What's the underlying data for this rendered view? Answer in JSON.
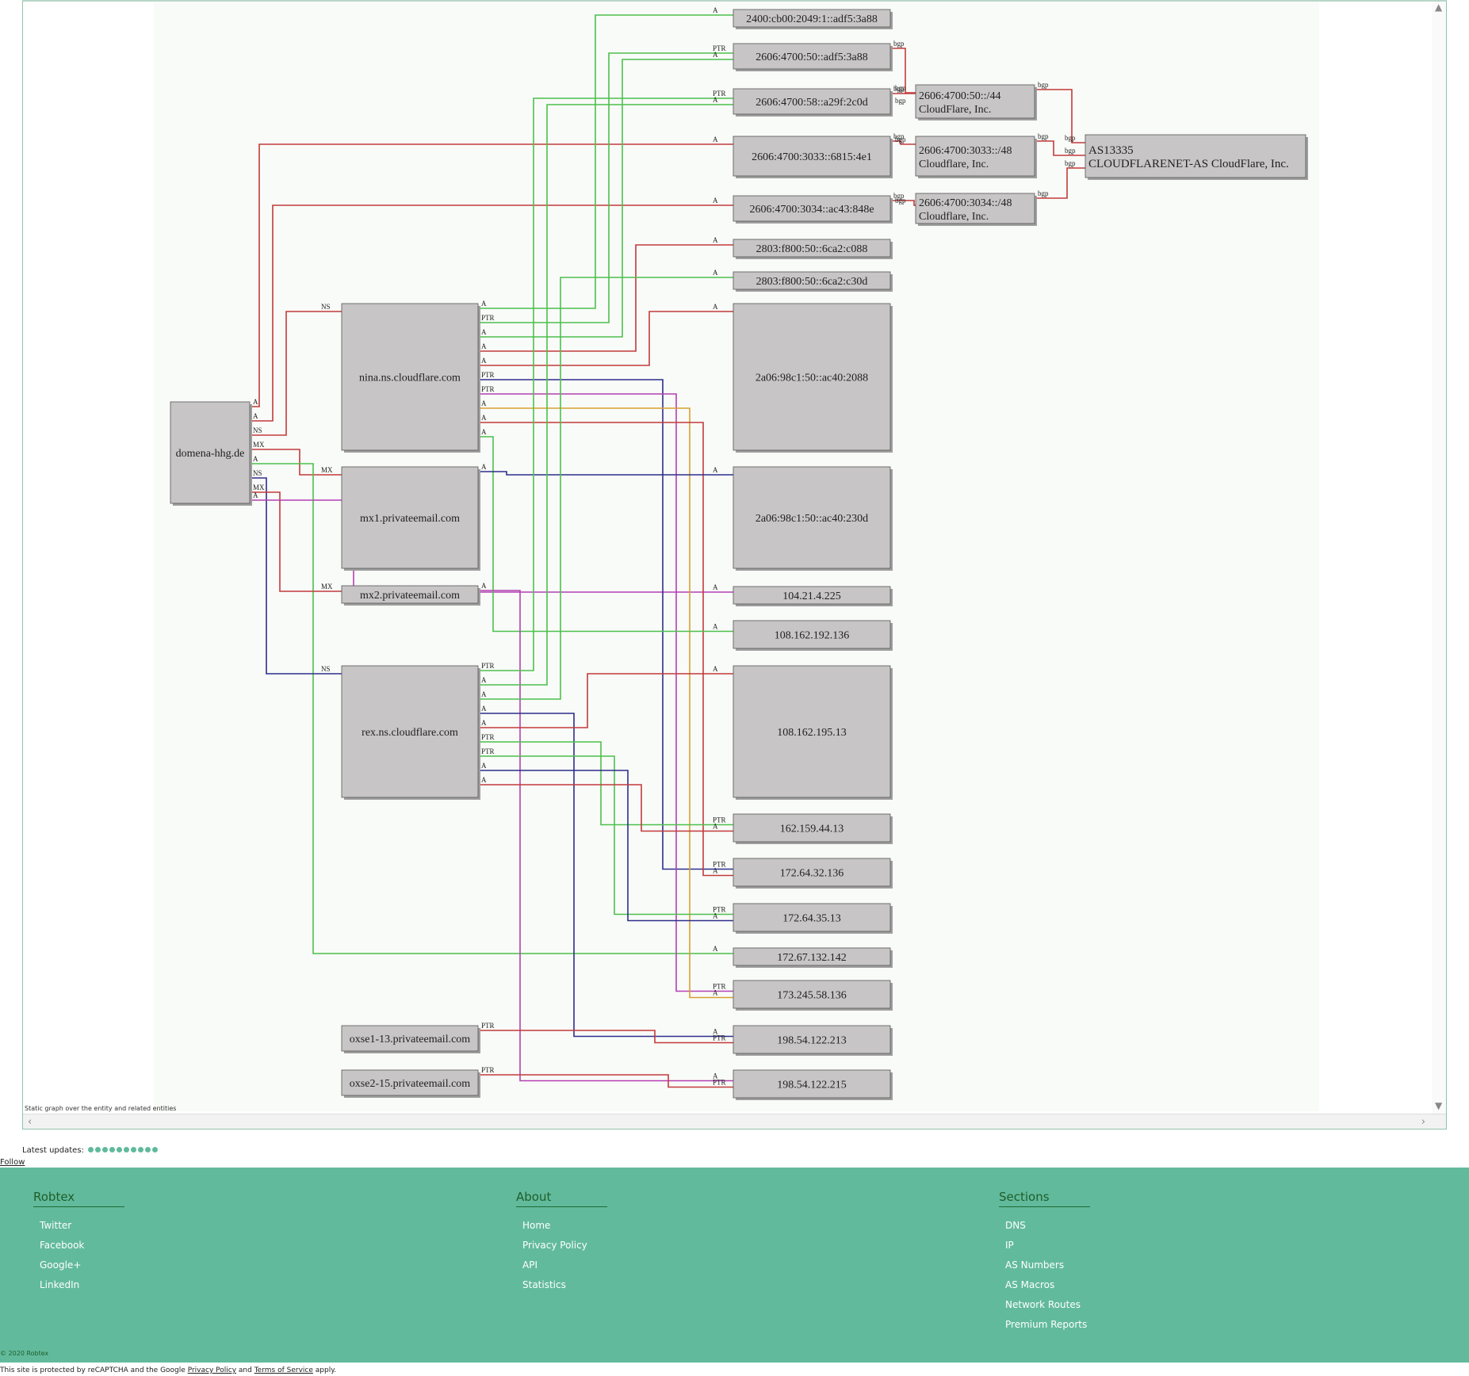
{
  "graph": {
    "caption": "Static graph over the entity and related entities",
    "nodes": [
      {
        "id": "d",
        "label": "domena-hhg.de"
      },
      {
        "id": "nina",
        "label": "nina.ns.cloudflare.com"
      },
      {
        "id": "mx1",
        "label": "mx1.privateemail.com"
      },
      {
        "id": "mx2",
        "label": "mx2.privateemail.com"
      },
      {
        "id": "rex",
        "label": "rex.ns.cloudflare.com"
      },
      {
        "id": "ox1",
        "label": "oxse1-13.privateemail.com"
      },
      {
        "id": "ox2",
        "label": "oxse2-15.privateemail.com"
      },
      {
        "id": "ip1",
        "label": "2400:cb00:2049:1::adf5:3a88"
      },
      {
        "id": "ip2",
        "label": "2606:4700:50::adf5:3a88"
      },
      {
        "id": "ip3",
        "label": "2606:4700:58::a29f:2c0d"
      },
      {
        "id": "ip4",
        "label": "2606:4700:3033::6815:4e1"
      },
      {
        "id": "ip5",
        "label": "2606:4700:3034::ac43:848e"
      },
      {
        "id": "ip6",
        "label": "2803:f800:50::6ca2:c088"
      },
      {
        "id": "ip7",
        "label": "2803:f800:50::6ca2:c30d"
      },
      {
        "id": "ip8",
        "label": "2a06:98c1:50::ac40:2088"
      },
      {
        "id": "ip9",
        "label": "2a06:98c1:50::ac40:230d"
      },
      {
        "id": "ip10",
        "label": "104.21.4.225"
      },
      {
        "id": "ip11",
        "label": "108.162.192.136"
      },
      {
        "id": "ip12",
        "label": "108.162.195.13"
      },
      {
        "id": "ip13",
        "label": "162.159.44.13"
      },
      {
        "id": "ip14",
        "label": "172.64.32.136"
      },
      {
        "id": "ip15",
        "label": "172.64.35.13"
      },
      {
        "id": "ip16",
        "label": "172.67.132.142"
      },
      {
        "id": "ip17",
        "label": "173.245.58.136"
      },
      {
        "id": "ip18",
        "label": "198.54.122.213"
      },
      {
        "id": "ip19",
        "label": "198.54.122.215"
      },
      {
        "id": "r1",
        "label": "2606:4700:50::/44",
        "label2": "CloudFlare, Inc."
      },
      {
        "id": "r2",
        "label": "2606:4700:3033::/48",
        "label2": "Cloudflare, Inc."
      },
      {
        "id": "r3",
        "label": "2606:4700:3034::/48",
        "label2": "Cloudflare, Inc."
      },
      {
        "id": "as",
        "label": "AS13335",
        "label2": "CLOUDFLARENET-AS CloudFlare, Inc."
      }
    ],
    "edges": [
      {
        "from": "d",
        "to": "ip4",
        "label": "A",
        "color": "#c23b3b"
      },
      {
        "from": "d",
        "to": "ip5",
        "label": "A",
        "color": "#c23b3b"
      },
      {
        "from": "d",
        "to": "nina",
        "label": "NS",
        "color": "#c23b3b"
      },
      {
        "from": "d",
        "to": "mx1",
        "label": "MX",
        "color": "#c23b3b"
      },
      {
        "from": "d",
        "to": "ip16",
        "label": "A",
        "color": "#4cc04c"
      },
      {
        "from": "d",
        "to": "rex",
        "label": "NS",
        "color": "#2e2e8c"
      },
      {
        "from": "d",
        "to": "mx2",
        "label": "MX",
        "color": "#c23b3b"
      },
      {
        "from": "d",
        "to": "ip10",
        "label": "A",
        "color": "#b340b3"
      },
      {
        "from": "nina",
        "to": "ip1",
        "label": "A",
        "color": "#4cc04c"
      },
      {
        "from": "nina",
        "to": "ip2",
        "label": "PTR",
        "color": "#4cc04c"
      },
      {
        "from": "nina",
        "to": "ip2",
        "label": "A",
        "color": "#4cc04c"
      },
      {
        "from": "nina",
        "to": "ip6",
        "label": "A",
        "color": "#c23b3b"
      },
      {
        "from": "nina",
        "to": "ip8",
        "label": "A",
        "color": "#c23b3b"
      },
      {
        "from": "nina",
        "to": "ip14",
        "label": "PTR",
        "color": "#2e2e8c"
      },
      {
        "from": "nina",
        "to": "ip17",
        "label": "PTR",
        "color": "#b340b3"
      },
      {
        "from": "nina",
        "to": "ip17",
        "label": "A",
        "color": "#d8a030"
      },
      {
        "from": "nina",
        "to": "ip14",
        "label": "A",
        "color": "#c23b3b"
      },
      {
        "from": "nina",
        "to": "ip11",
        "label": "A",
        "color": "#4cc04c"
      },
      {
        "from": "mx1",
        "to": "ip9",
        "label": "A",
        "color": "#2e2e8c"
      },
      {
        "from": "mx2",
        "to": "ip19",
        "label": "A",
        "color": "#b340b3"
      },
      {
        "from": "rex",
        "to": "ip3",
        "label": "PTR",
        "color": "#4cc04c"
      },
      {
        "from": "rex",
        "to": "ip3",
        "label": "A",
        "color": "#4cc04c"
      },
      {
        "from": "rex",
        "to": "ip7",
        "label": "A",
        "color": "#4cc04c"
      },
      {
        "from": "rex",
        "to": "ip18",
        "label": "A",
        "color": "#2e2e8c"
      },
      {
        "from": "rex",
        "to": "ip12",
        "label": "A",
        "color": "#c23b3b"
      },
      {
        "from": "rex",
        "to": "ip13",
        "label": "PTR",
        "color": "#4cc04c"
      },
      {
        "from": "rex",
        "to": "ip15",
        "label": "PTR",
        "color": "#4cc04c"
      },
      {
        "from": "rex",
        "to": "ip15",
        "label": "A",
        "color": "#2e2e8c"
      },
      {
        "from": "rex",
        "to": "ip13",
        "label": "A",
        "color": "#c23b3b"
      },
      {
        "from": "ox1",
        "to": "ip18",
        "label": "PTR",
        "color": "#c23b3b"
      },
      {
        "from": "ox2",
        "to": "ip19",
        "label": "PTR",
        "color": "#c23b3b"
      },
      {
        "from": "ip2",
        "to": "r1",
        "label": "bgp",
        "color": "#c23b3b"
      },
      {
        "from": "ip3",
        "to": "r1",
        "label": "bgp",
        "color": "#c23b3b"
      },
      {
        "from": "ip4",
        "to": "r2",
        "label": "bgp",
        "color": "#c23b3b"
      },
      {
        "from": "ip5",
        "to": "r3",
        "label": "bgp",
        "color": "#c23b3b"
      },
      {
        "from": "r1",
        "to": "as",
        "label": "bgp",
        "color": "#c23b3b"
      },
      {
        "from": "r2",
        "to": "as",
        "label": "bgp",
        "color": "#c23b3b"
      },
      {
        "from": "r3",
        "to": "as",
        "label": "bgp",
        "color": "#c23b3b"
      }
    ]
  },
  "latest_updates_label": "Latest updates:",
  "follow_label": "Follow",
  "footer": {
    "columns": [
      {
        "heading": "Robtex",
        "links": [
          "Twitter",
          "Facebook",
          "Google+",
          "LinkedIn"
        ]
      },
      {
        "heading": "About",
        "links": [
          "Home",
          "Privacy Policy",
          "API",
          "Statistics"
        ]
      },
      {
        "heading": "Sections",
        "links": [
          "DNS",
          "IP",
          "AS Numbers",
          "AS Macros",
          "Network Routes",
          "Premium Reports"
        ]
      }
    ],
    "copyright": "© 2020 Robtex"
  },
  "recaptcha": {
    "prefix": "This site is protected by reCAPTCHA and the Google",
    "privacy": "Privacy Policy",
    "and": "and",
    "terms": "Terms of Service",
    "suffix": "apply."
  },
  "colors": {
    "accent": "#62ba9c",
    "heading": "#1e5e2a",
    "node_fill": "#c7c5c6"
  }
}
